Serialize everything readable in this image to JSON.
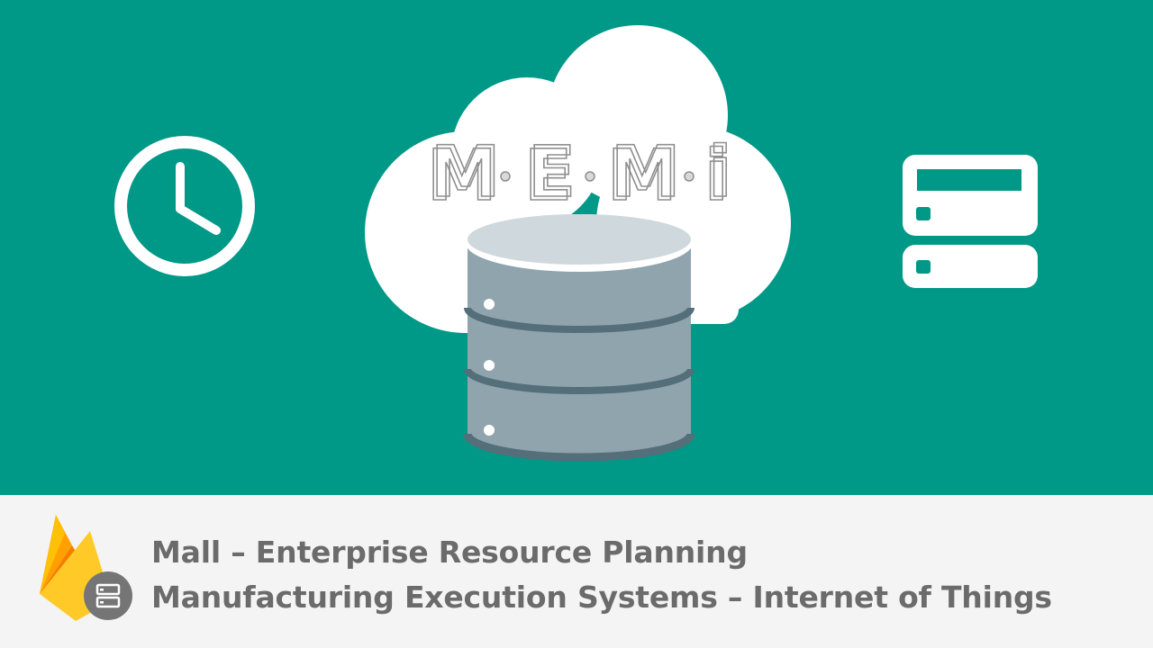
{
  "colors": {
    "background": "#009887",
    "footer": "#f4f4f4",
    "cloud": "#ffffff",
    "database_body": "#90a4ae",
    "database_top": "#cfd8dc",
    "database_band": "#546e7a",
    "caption_text": "#6b6b6b",
    "badge": "#757575"
  },
  "icons": {
    "clock": "clock-icon",
    "servers": "server-icon",
    "cloud": "cloud-icon",
    "database": "database-icon",
    "logo": "firebase-flame-icon",
    "badge": "hosting-badge-icon"
  },
  "logo_text": {
    "letters": [
      "M",
      "E",
      "M",
      "i"
    ]
  },
  "captions": {
    "line1": "Mall – Enterprise Resource Planning",
    "line2": "Manufacturing Execution Systems – Internet of Things"
  }
}
